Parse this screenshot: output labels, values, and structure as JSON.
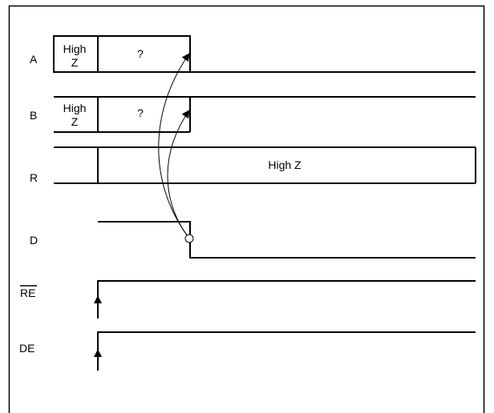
{
  "signals": {
    "A": {
      "label": "A",
      "high_z_line1": "High",
      "high_z_line2": "Z",
      "unknown": "?"
    },
    "B": {
      "label": "B",
      "high_z_line1": "High",
      "high_z_line2": "Z",
      "unknown": "?"
    },
    "R": {
      "label": "R",
      "state": "High Z"
    },
    "D": {
      "label": "D"
    },
    "RE": {
      "label": "RE"
    },
    "DE": {
      "label": "DE"
    }
  }
}
